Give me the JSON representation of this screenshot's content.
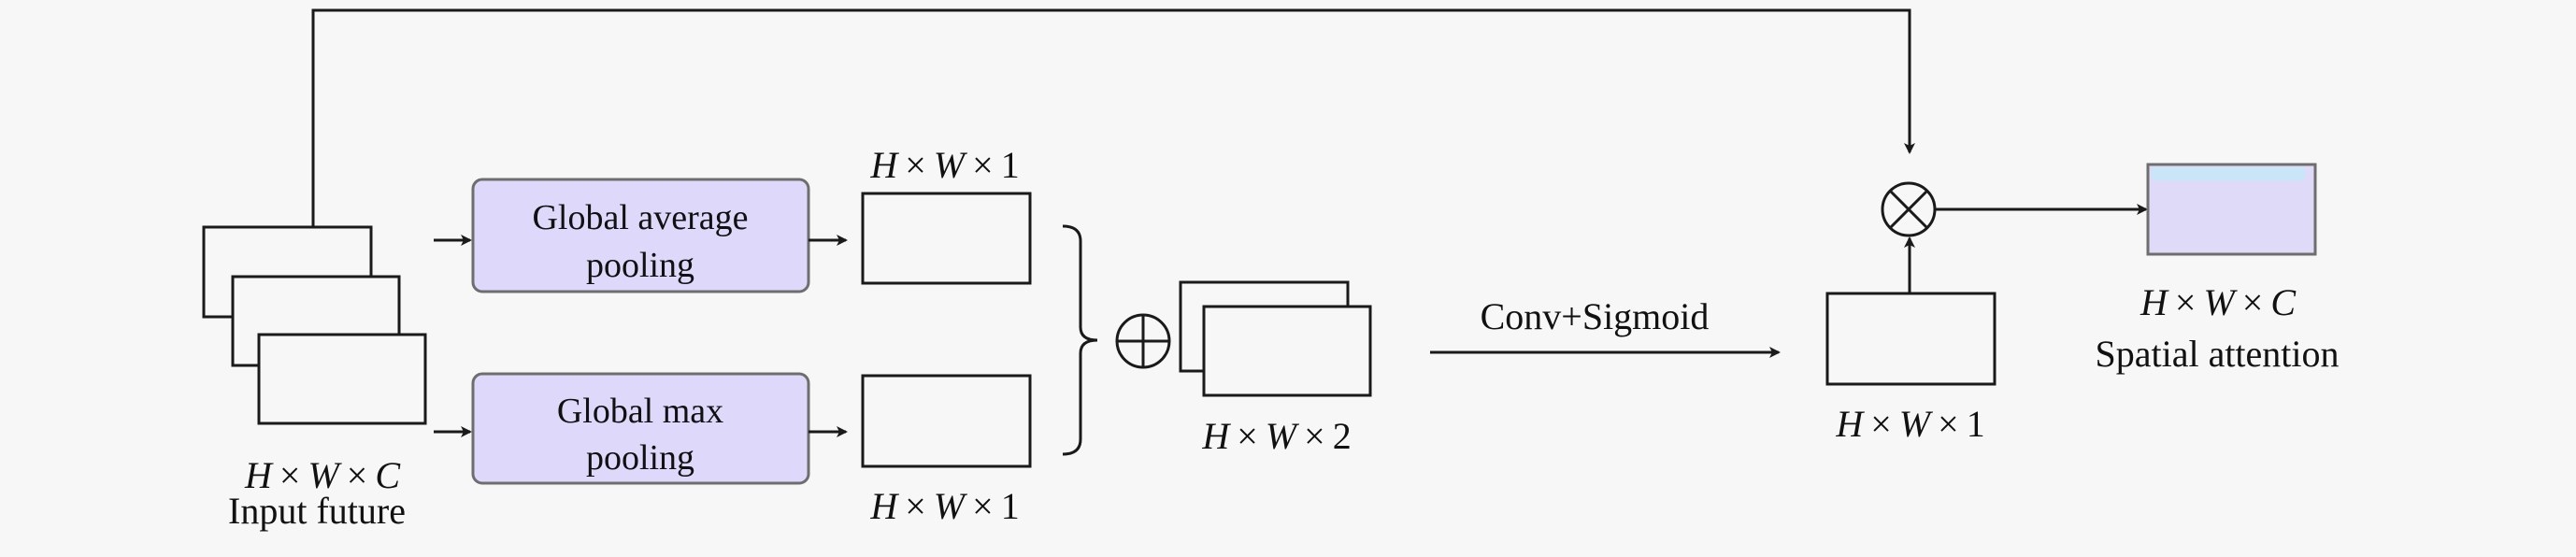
{
  "diagram": {
    "title": "Spatial attention module",
    "input": {
      "dims": [
        "H",
        "W",
        "C"
      ],
      "label": "Input future"
    },
    "pooling": [
      {
        "line1": "Global average",
        "line2": "pooling"
      },
      {
        "line1": "Global max",
        "line2": "pooling"
      }
    ],
    "pooled_outputs": [
      {
        "dims": [
          "H",
          "W",
          "1"
        ]
      },
      {
        "dims": [
          "H",
          "W",
          "1"
        ]
      }
    ],
    "concat": {
      "operator": "⊕",
      "dims": [
        "H",
        "W",
        "2"
      ]
    },
    "conv": {
      "label": "Conv+Sigmoid"
    },
    "attention_map": {
      "dims": [
        "H",
        "W",
        "1"
      ]
    },
    "multiply": {
      "operator": "⊗"
    },
    "output": {
      "dims": [
        "H",
        "W",
        "C"
      ],
      "label": "Spatial attention"
    },
    "colors": {
      "pool_fill": "#ded9fb",
      "output_fill": "#dedaf7",
      "output_top_band": "#c8e6f8",
      "stroke": "#1a1a1a",
      "background": "#f7f7f7"
    },
    "times_sign": "×"
  }
}
